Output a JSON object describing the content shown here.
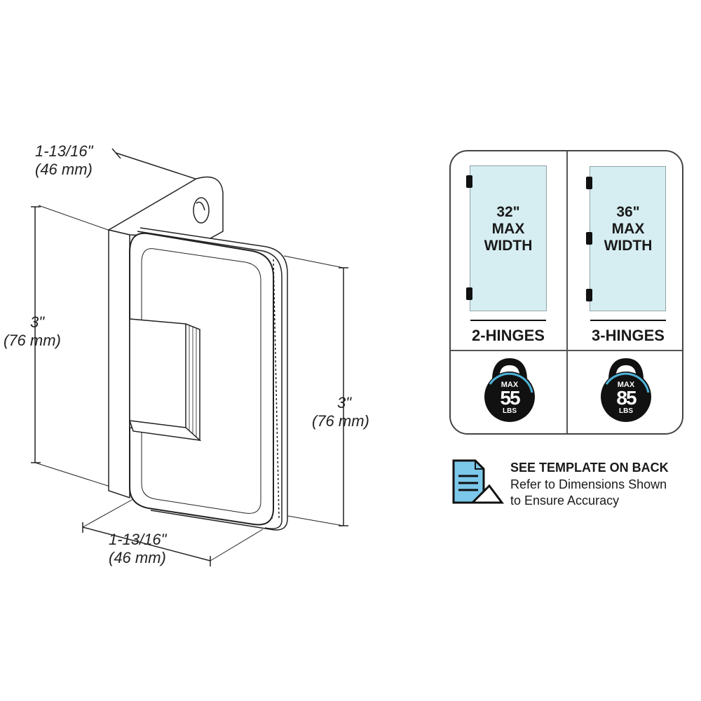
{
  "dimensions": {
    "top_depth": {
      "imperial": "1-13/16\"",
      "metric": "(46 mm)"
    },
    "left_height": {
      "imperial": "3\"",
      "metric": "(76 mm)"
    },
    "right_height": {
      "imperial": "3\"",
      "metric": "(76 mm)"
    },
    "bottom_width": {
      "imperial": "1-13/16\"",
      "metric": "(46 mm)"
    }
  },
  "options": [
    {
      "width": "32\"",
      "max": "MAX",
      "width_label": "WIDTH",
      "hinges": "2-HINGES",
      "hinge_count": 2,
      "weight_max": "MAX",
      "weight": "55",
      "unit": "LBS"
    },
    {
      "width": "36\"",
      "max": "MAX",
      "width_label": "WIDTH",
      "hinges": "3-HINGES",
      "hinge_count": 3,
      "weight_max": "MAX",
      "weight": "85",
      "unit": "LBS"
    }
  ],
  "template_note": {
    "title": "SEE TEMPLATE ON BACK",
    "line1": "Refer to Dimensions Shown",
    "line2": "to Ensure Accuracy",
    "icon": "document-ruler-icon"
  },
  "colors": {
    "glass": "#d6eef2",
    "accent": "#4fb3d9",
    "weight": "#111111"
  }
}
